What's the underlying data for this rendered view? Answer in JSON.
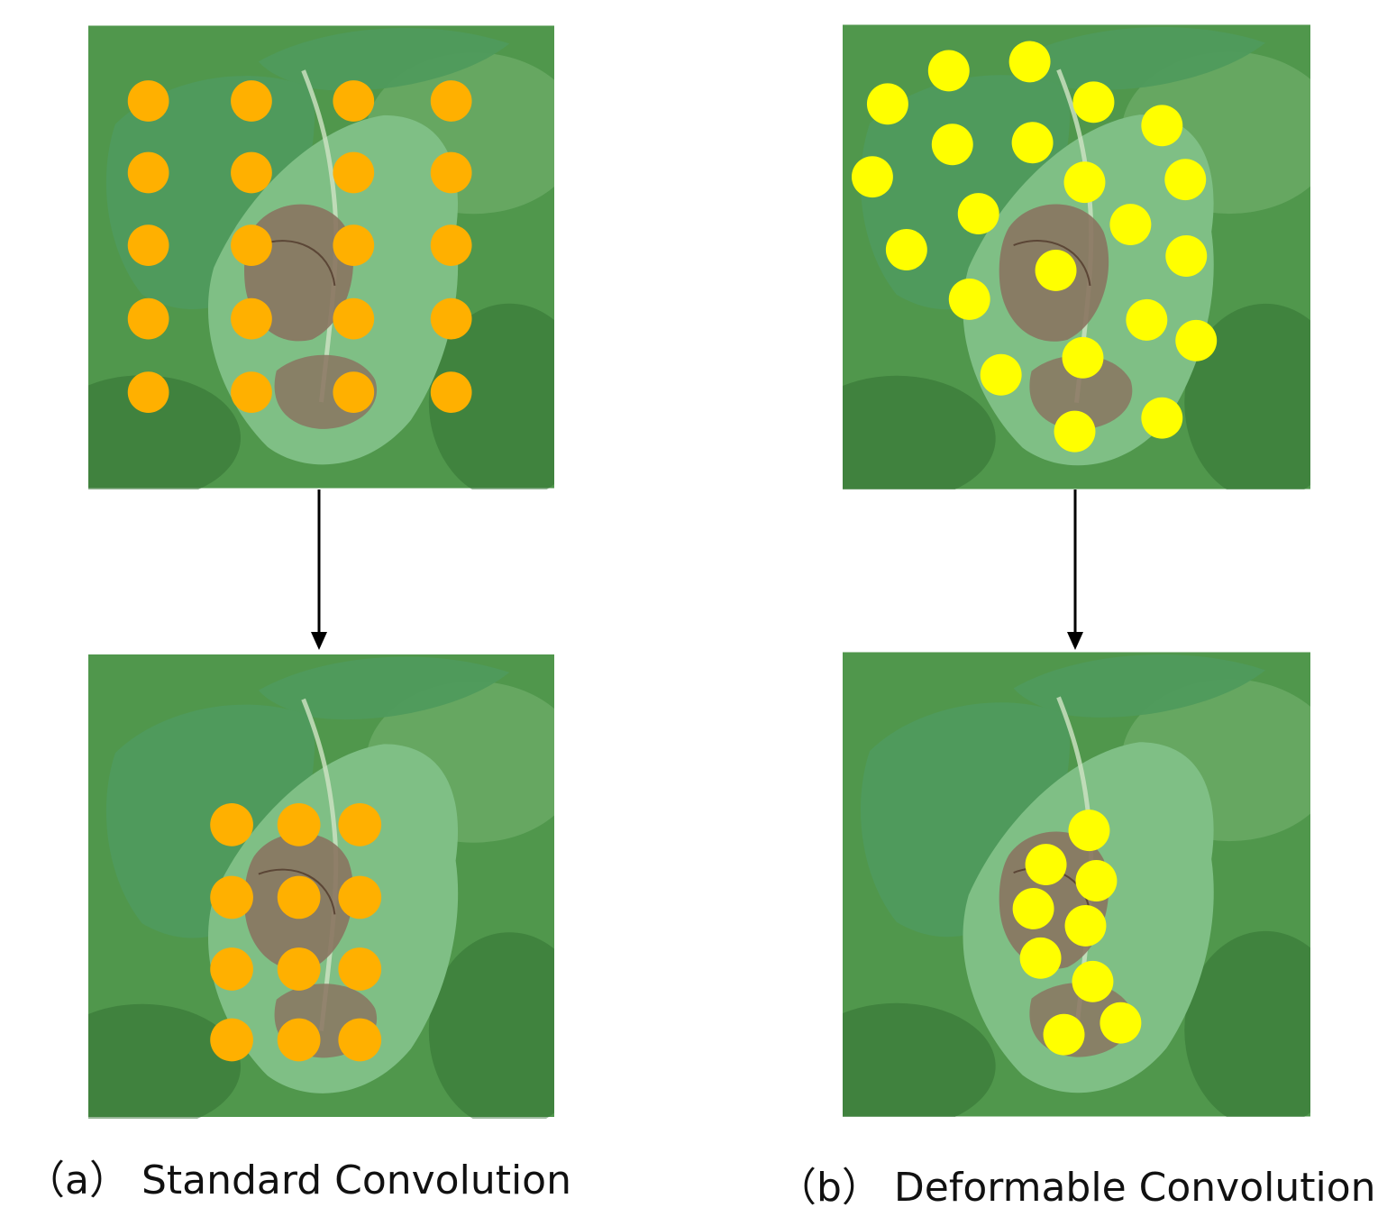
{
  "colors": {
    "standard_dot": "#FFB000",
    "deformable_dot": "#FFFF00",
    "leaf": "#4f9a5c",
    "leaf_light": "#7fbf85",
    "lesion": "#8a7460",
    "background": "#3f8a3c",
    "arrow": "#000000"
  },
  "icons": {
    "leaf_image": "diseased-tomato-leaf-photo",
    "arrow": "down-arrow-icon"
  },
  "captions": {
    "standard": "（a） Standard Convolution",
    "deformable": "（b） Deformable Convolution"
  }
}
